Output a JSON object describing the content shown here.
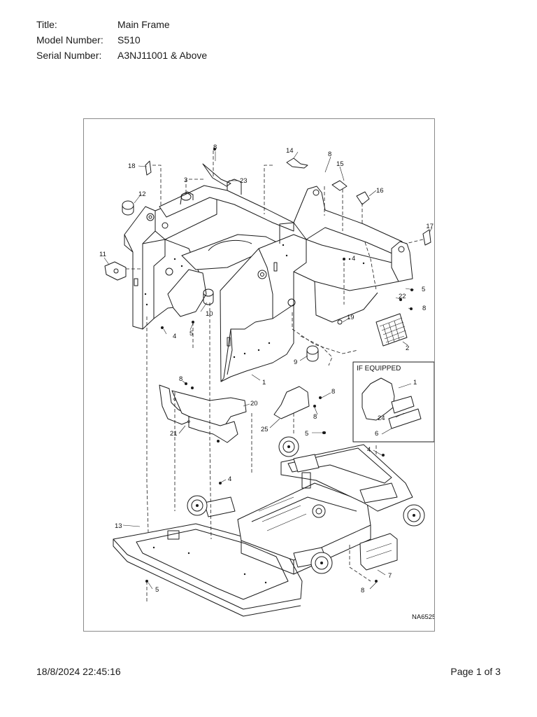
{
  "header": {
    "title_label": "Title:",
    "title_value": "Main Frame",
    "model_label": "Model Number:",
    "model_value": "S510",
    "serial_label": "Serial Number:",
    "serial_value": "A3NJ11001 & Above"
  },
  "diagram": {
    "drawing_id": "NA6525",
    "inset_title": "IF EQUIPPED",
    "callouts": {
      "c8a": "8",
      "c18": "18",
      "c3": "3",
      "c23": "23",
      "c14": "14",
      "c8b": "8",
      "c15": "15",
      "c16": "16",
      "c12": "12",
      "c17": "17",
      "c11": "11",
      "c4a": "4",
      "c5a": "5",
      "c22": "22",
      "c8c": "8",
      "c19": "19",
      "c10": "10",
      "c5b": "5",
      "c4b": "4",
      "c2": "2",
      "c9": "9",
      "c1": "1",
      "c8d": "8",
      "c20": "20",
      "c21": "21",
      "c8e": "8",
      "c8f": "8",
      "c25": "25",
      "c5c": "5",
      "c1i": "1",
      "c24": "24",
      "c6": "6",
      "c4c": "4",
      "c4d": "4",
      "c13": "13",
      "c7": "7",
      "c5d": "5",
      "c8g": "8"
    }
  },
  "footer": {
    "timestamp": "18/8/2024 22:45:16",
    "page": "Page 1 of 3"
  }
}
